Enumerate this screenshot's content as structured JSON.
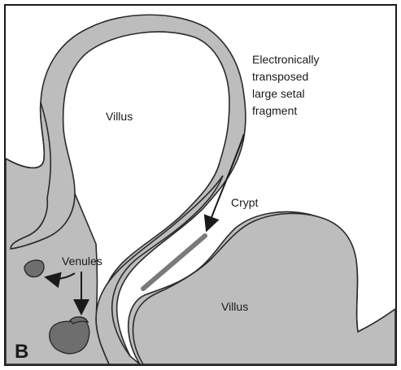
{
  "figure": {
    "panel_label": "B",
    "labels": {
      "villus_top": "Villus",
      "villus_bottom": "Villus",
      "crypt": "Crypt",
      "venules": "Venules",
      "annotation_lines": [
        "Electronically",
        "transposed",
        "large setal",
        "fragment"
      ]
    },
    "colors": {
      "tissue": "#bdbdbd",
      "outline": "#2a2a2a",
      "venule": "#6e6e6e",
      "fragment": "#7a7a7a",
      "background": "#ffffff"
    }
  }
}
